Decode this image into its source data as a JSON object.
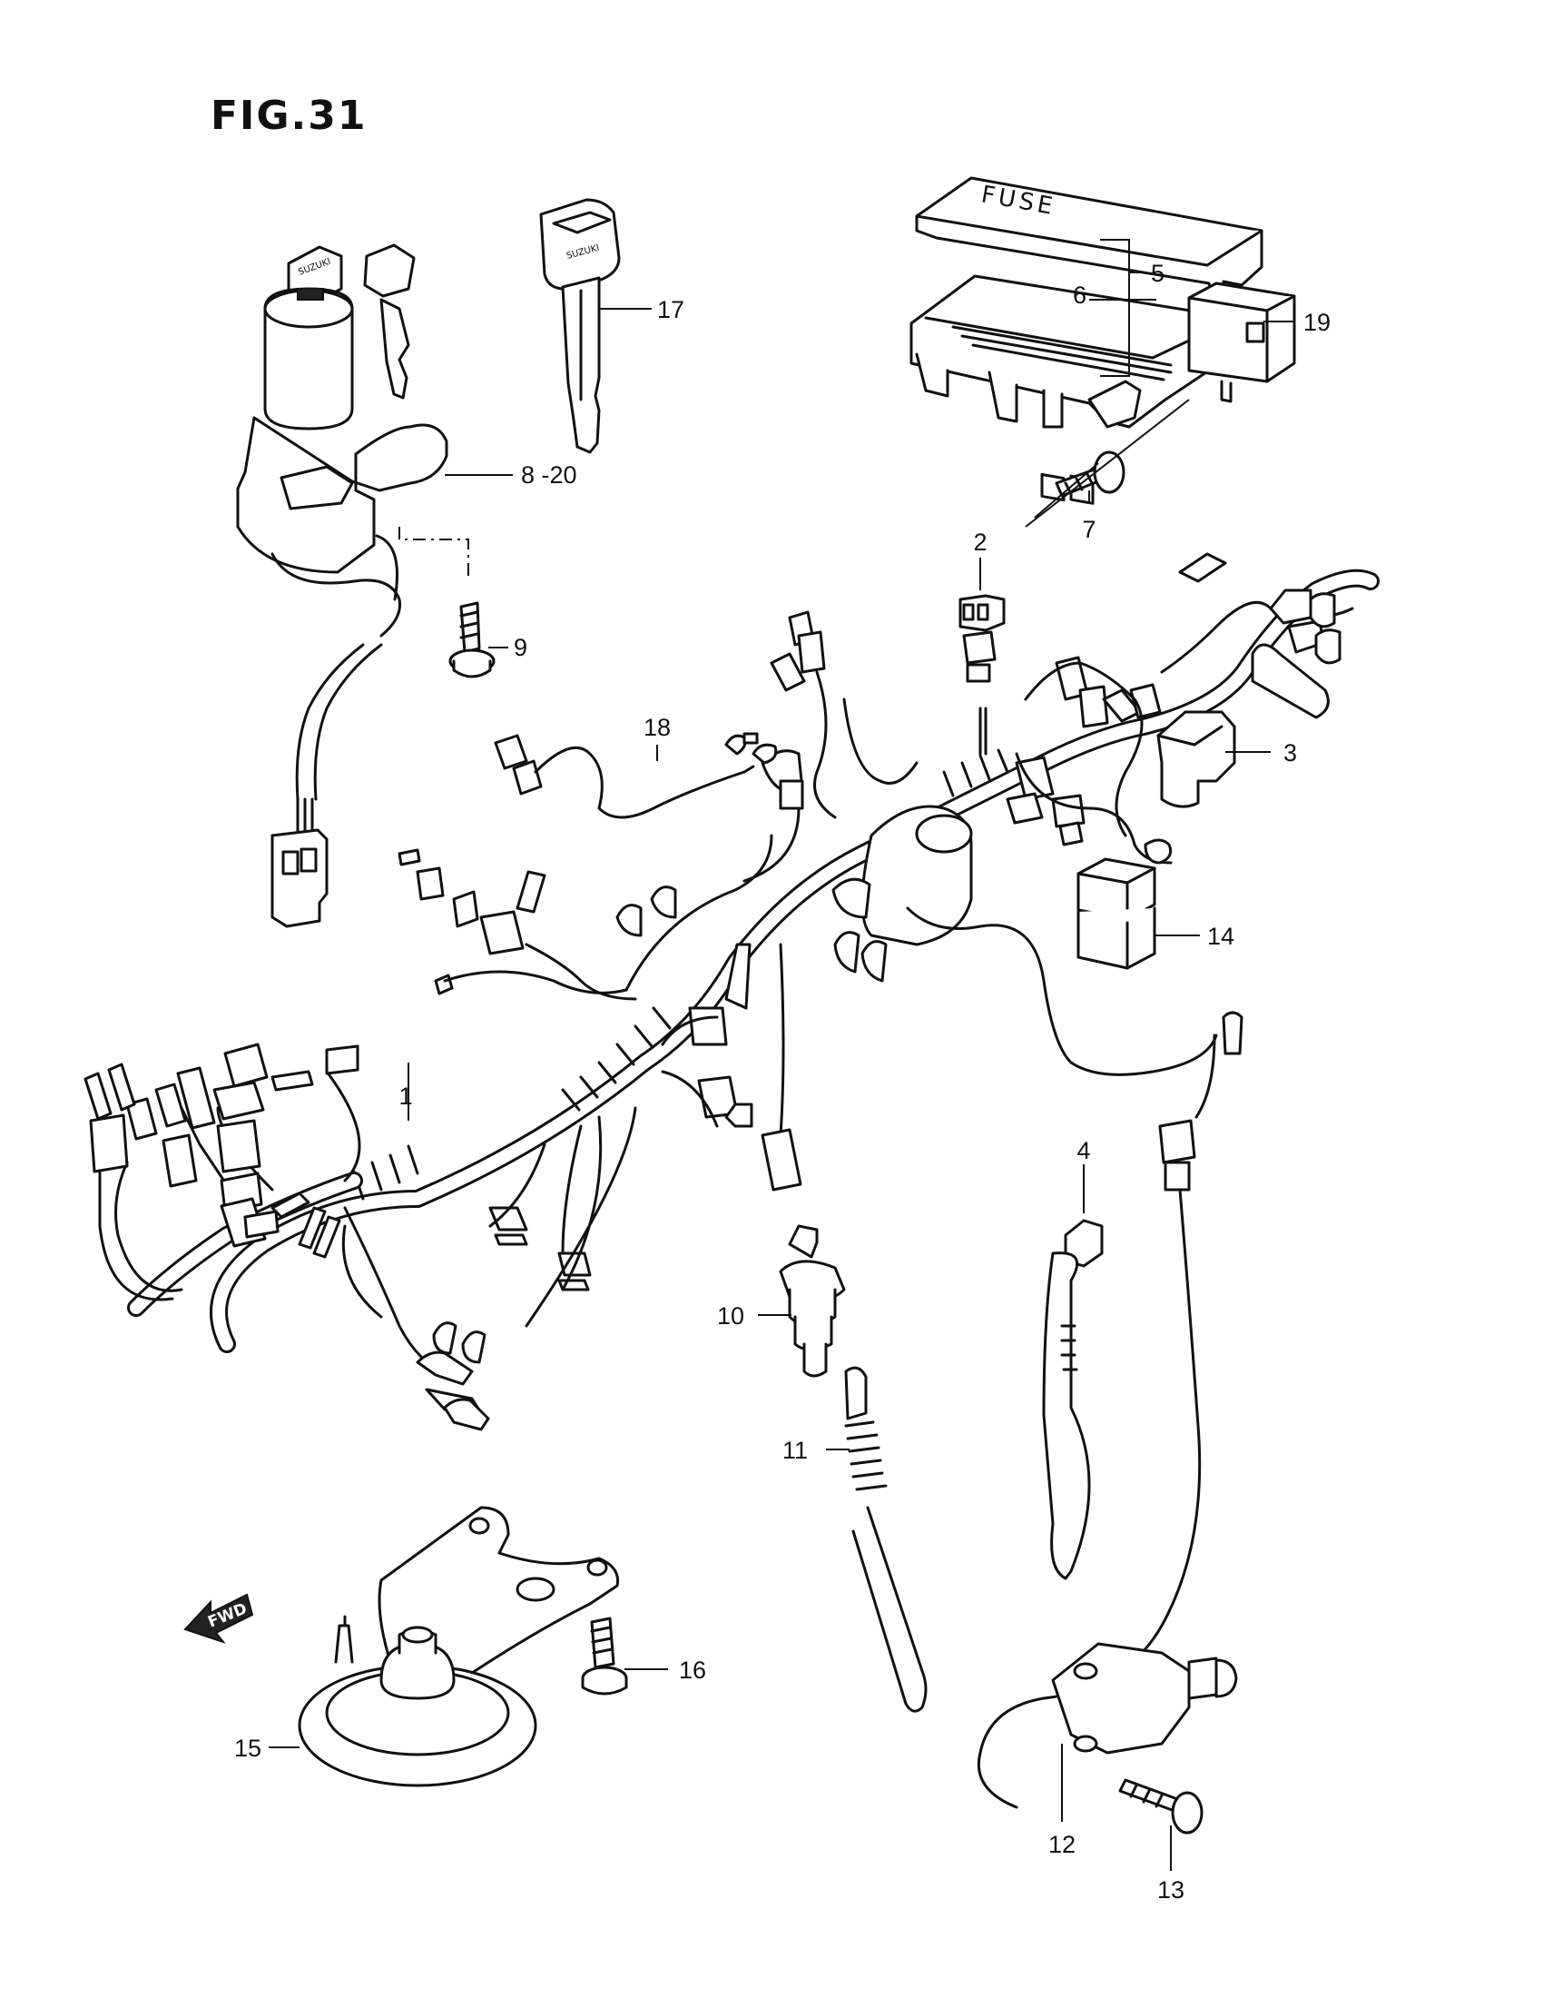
{
  "figure": {
    "title": "FIG.31"
  },
  "labels": {
    "fuse_cover": "FUSE",
    "key_brand": "SUZUKI",
    "forward_arrow": "FWD"
  },
  "callouts": [
    {
      "id": "c1",
      "text": "1"
    },
    {
      "id": "c2",
      "text": "2"
    },
    {
      "id": "c3",
      "text": "3"
    },
    {
      "id": "c4",
      "text": "4"
    },
    {
      "id": "c5",
      "text": "5"
    },
    {
      "id": "c6",
      "text": "6"
    },
    {
      "id": "c7",
      "text": "7"
    },
    {
      "id": "c8",
      "text": "8 -20"
    },
    {
      "id": "c9",
      "text": "9"
    },
    {
      "id": "c10",
      "text": "10"
    },
    {
      "id": "c11",
      "text": "11"
    },
    {
      "id": "c12",
      "text": "12"
    },
    {
      "id": "c13",
      "text": "13"
    },
    {
      "id": "c14",
      "text": "14"
    },
    {
      "id": "c15",
      "text": "15"
    },
    {
      "id": "c16",
      "text": "16"
    },
    {
      "id": "c17",
      "text": "17"
    },
    {
      "id": "c18",
      "text": "18"
    },
    {
      "id": "c19",
      "text": "19"
    }
  ]
}
